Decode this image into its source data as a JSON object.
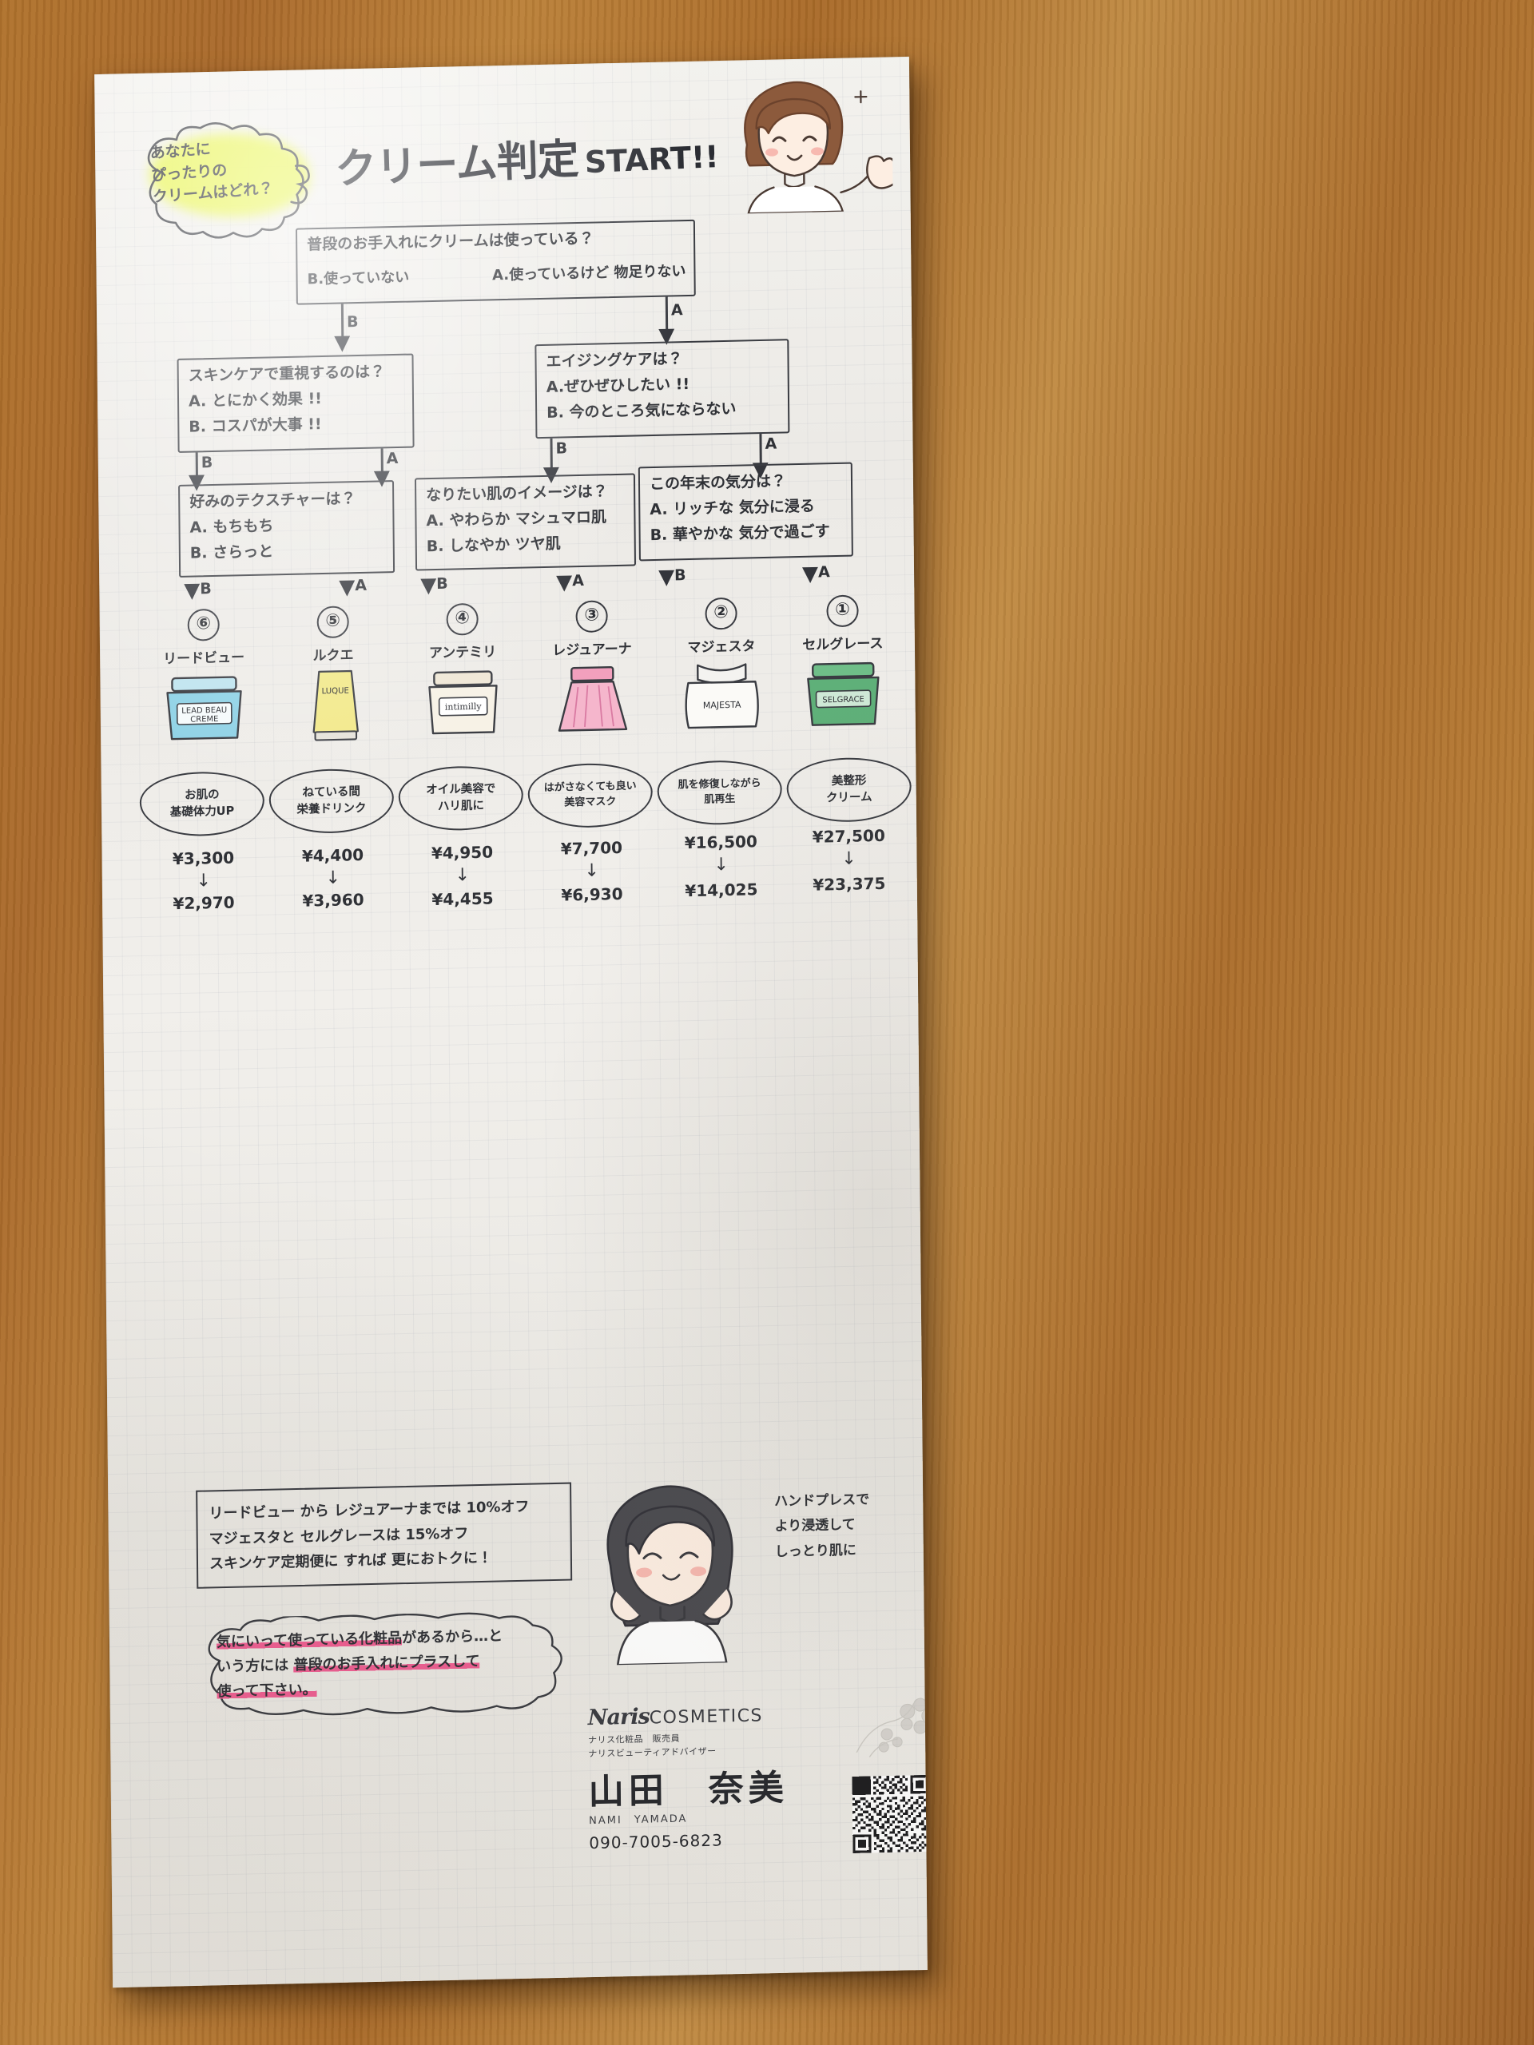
{
  "header": {
    "bubble_lines": [
      "あなたに",
      "ぴったりの",
      "クリームはどれ？"
    ],
    "title": "クリーム判定",
    "title_start": "START!!",
    "highlight_color": "#e9f64a"
  },
  "flow": {
    "q0": {
      "question": "普段のお手入れにクリームは使っている？",
      "option_b": "B.使っていない",
      "option_a": "A.使っているけど 物足りない",
      "branch_b": "B",
      "branch_a": "A"
    },
    "q1": {
      "question": "スキンケアで重視するのは？",
      "a": "A. とにかく効果 !!",
      "b": "B. コスパが大事 !!",
      "out_b": "B",
      "out_a": "A"
    },
    "q2": {
      "question": "エイジングケアは？",
      "a": "A.ぜひぜひしたい !!",
      "b": "B. 今のところ気にならない",
      "out_b": "B",
      "out_a": "A"
    },
    "q3": {
      "question": "好みのテクスチャーは？",
      "a": "A. もちもち",
      "b": "B. さらっと",
      "out_b": "B",
      "out_a": "A"
    },
    "q4": {
      "question": "なりたい肌のイメージは？",
      "a": "A. やわらか マシュマロ肌",
      "b": "B. しなやか ツヤ肌",
      "out_b": "B",
      "out_a": "A"
    },
    "q5": {
      "question": "この年末の気分は？",
      "a": "A. リッチな 気分に浸る",
      "b": "B. 華やかな 気分で過ごす",
      "out_b": "B",
      "out_a": "A"
    }
  },
  "products": [
    {
      "number": "⑥",
      "name": "リードビュー",
      "desc_lines": [
        "お肌の",
        "基礎体力UP"
      ],
      "price_old": "¥3,300",
      "price_new": "¥2,970",
      "jar_type": "jar",
      "color": "#8fd2e6",
      "label": "LEAD BEAU CREME"
    },
    {
      "number": "⑤",
      "name": "ルクエ",
      "desc_lines": [
        "ねている間",
        "栄養ドリンク"
      ],
      "price_old": "¥4,400",
      "price_new": "¥3,960",
      "jar_type": "tube",
      "color": "#f2e98a",
      "label": "LUQUE"
    },
    {
      "number": "④",
      "name": "アンテミリ",
      "desc_lines": [
        "オイル美容で",
        "ハリ肌に"
      ],
      "price_old": "¥4,950",
      "price_new": "¥4,455",
      "jar_type": "jar",
      "color": "#efe7d6",
      "label": "intimilly"
    },
    {
      "number": "③",
      "name": "レジュアーナ",
      "desc_lines": [
        "はがさなくても良い",
        "美容マスク"
      ],
      "price_old": "¥7,700",
      "price_new": "¥6,930",
      "jar_type": "pot",
      "color": "#f2a0bd",
      "label": ""
    },
    {
      "number": "②",
      "name": "マジェスタ",
      "desc_lines": [
        "肌を修復しながら",
        "肌再生"
      ],
      "price_old": "¥16,500",
      "price_new": "¥14,025",
      "jar_type": "lux",
      "color": "#f4f3f0",
      "label": "MAJESTA"
    },
    {
      "number": "①",
      "name": "セルグレース",
      "desc_lines": [
        "美整形",
        "クリーム"
      ],
      "price_old": "¥27,500",
      "price_new": "¥23,375",
      "jar_type": "jar",
      "color": "#5fb079",
      "label": "SELGRACE"
    }
  ],
  "notes": {
    "box_lines": [
      "リードビュー から レジュアーナまでは 10%オフ",
      "マジェスタと セルグレースは 15%オフ",
      "スキンケア定期便に すれば 更におトクに！"
    ],
    "cloud_line1_a": "気にいって使っている化粧品",
    "cloud_line1_b": "があるから…と",
    "cloud_line2_a": "いう方には ",
    "cloud_line2_b": "普段のお手入れにプラスして",
    "cloud_line3": "使って下さい。",
    "side_lines": [
      "ハンドプレスで",
      "より浸透して",
      "しっとり肌に"
    ],
    "marker_color": "#ef5f93"
  },
  "footer": {
    "brand_script": "Naris",
    "brand_type": "COSMETICS",
    "role_line1": "ナリス化粧品　販売員",
    "role_line2": "ナリスビューティアドバイザー",
    "name_ja": "山田　奈美",
    "name_romaji": "NAMI　YAMADA",
    "tel": "090-7005-6823"
  }
}
